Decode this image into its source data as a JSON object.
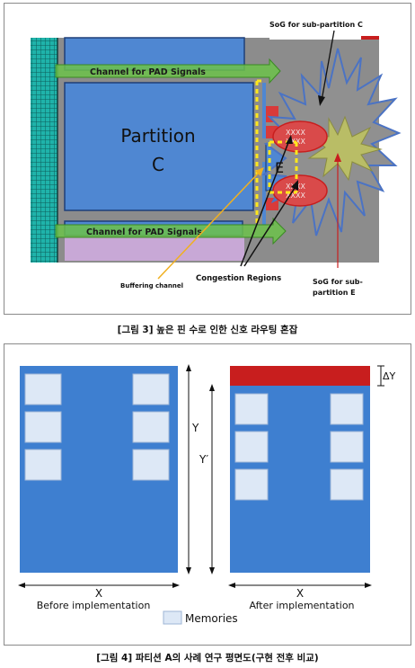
{
  "figure3": {
    "labels": {
      "channel_top": "Channel for PAD Signals",
      "channel_bottom": "Channel for PAD Signals",
      "partition_line1": "Partition",
      "partition_line2": "C",
      "sub_partition": "E",
      "sog_c": "SoG for sub-partition C",
      "sog_e_line1": "SoG for sub-",
      "sog_e_line2": "partition E",
      "congestion": "Congestion Regions",
      "buffering": "Buffering channel",
      "marks": "XXXX"
    },
    "caption": "[그림 3] 높은 핀 수로 인한 신호 라우팅 혼잡",
    "colors": {
      "background": "#8c8c8c",
      "partition": "#4f87d2",
      "partition_border": "#1f3f78",
      "channel": "#6cc24a",
      "pad_strip": "#1fb3aa",
      "buffer_dash": "#ffe81a",
      "congestion": "#d93a3a",
      "sog": "#b9bd66",
      "starburst_outline": "#4b73c4",
      "bottom_block": "#c8a8d6"
    }
  },
  "figure4": {
    "labels": {
      "x_left": "X",
      "x_right": "X",
      "y": "Y",
      "y_prime": "Y′",
      "delta_y": "ΔY",
      "before": "Before implementation",
      "after": "After implementation",
      "memories": "Memories"
    },
    "caption": "[그림 4] 파티션 A의 사례 연구 평면도(구현 전후 비교)",
    "colors": {
      "partition": "#3e7fd0",
      "memory": "#dde8f6",
      "memory_border": "#9eb6d6",
      "overflow_band": "#c81e1e"
    }
  }
}
